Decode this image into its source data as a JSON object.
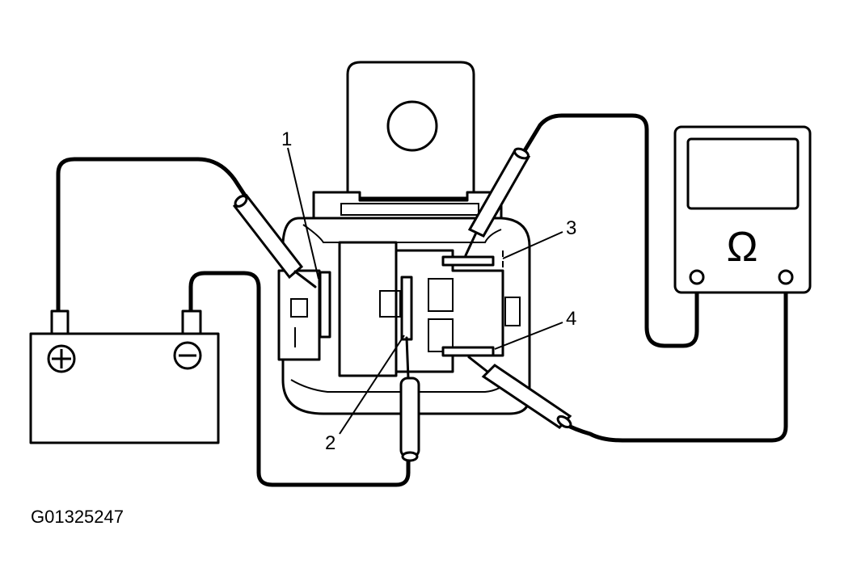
{
  "labels": {
    "terminal_1": "1",
    "terminal_2": "2",
    "terminal_3": "3",
    "terminal_4": "4"
  },
  "meter": {
    "symbol": "Ω",
    "icon": "ohmmeter-icon"
  },
  "battery": {
    "positive": "+",
    "negative": "−",
    "icon": "battery-icon"
  },
  "figure_code": "G01325247"
}
